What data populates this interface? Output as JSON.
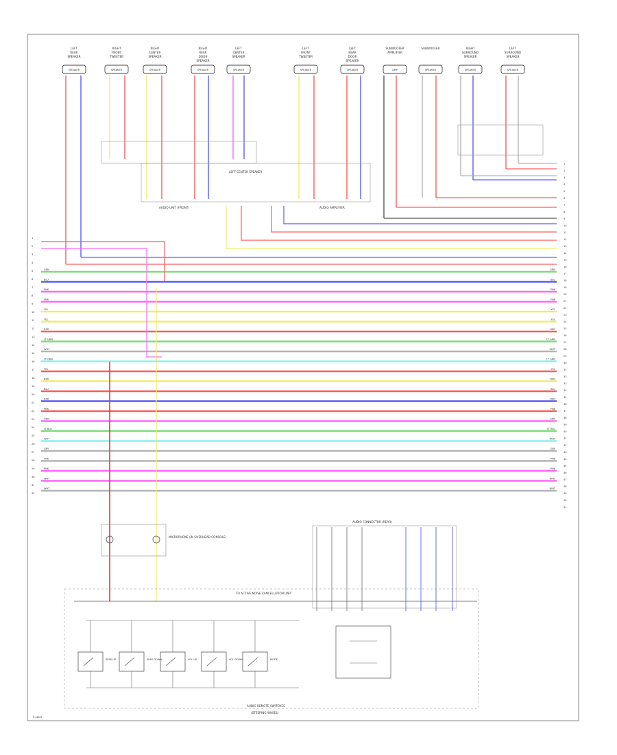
{
  "top_components": [
    {
      "id": "c1",
      "label": "LEFT REAR SPEAKER",
      "box": "SPEAKER"
    },
    {
      "id": "c2",
      "label": "RIGHT FRONT TWEETER",
      "box": "SPEAKER"
    },
    {
      "id": "c3",
      "label": "RIGHT CENTER SPEAKER",
      "box": "SPEAKER"
    },
    {
      "id": "c4",
      "label": "RIGHT REAR DOOR SPEAKER",
      "box": "SPEAKER"
    },
    {
      "id": "c5",
      "label": "LEFT CENTER SPEAKER",
      "box": "SPEAKER"
    },
    {
      "id": "c6",
      "label": "LEFT FRONT TWEETER",
      "box": "SPEAKER"
    },
    {
      "id": "c7",
      "label": "LEFT REAR DOOR SPEAKER",
      "box": "SPEAKER"
    },
    {
      "id": "c8",
      "label": "SUBWOOFER AMPLIFIER",
      "box": "AMP"
    },
    {
      "id": "c9",
      "label": "SUBWOOFER",
      "box": "SPEAKER"
    },
    {
      "id": "c10",
      "label": "RIGHT SURROUND SPEAKER",
      "box": "SPEAKER"
    },
    {
      "id": "c11",
      "label": "LEFT SURROUND SPEAKER",
      "box": "SPEAKER"
    }
  ],
  "mid_labels": {
    "junction_left": "AUDIO UNIT (FRONT)",
    "junction_mid": "LEFT CENTER SPEAKER",
    "junction_right": "AUDIO AMPLIFIER"
  },
  "left_pins": [
    "1",
    "2",
    "3",
    "4",
    "5",
    "6",
    "7",
    "8",
    "9",
    "10",
    "11",
    "12",
    "13",
    "14",
    "15",
    "16",
    "17",
    "18",
    "19",
    "20",
    "21",
    "22",
    "23",
    "24",
    "25",
    "26",
    "27",
    "28",
    "29",
    "30",
    "31",
    "32"
  ],
  "right_pins": [
    "1",
    "2",
    "3",
    "4",
    "5",
    "6",
    "7",
    "8",
    "9",
    "10",
    "11",
    "12",
    "13",
    "14",
    "15",
    "16",
    "17",
    "18",
    "19",
    "20",
    "21",
    "22",
    "23",
    "24",
    "25",
    "26",
    "27",
    "28",
    "29",
    "30",
    "31",
    "32",
    "33",
    "34",
    "35",
    "36",
    "37",
    "38",
    "39",
    "40",
    "41",
    "42",
    "43",
    "44",
    "45",
    "46",
    "47",
    "48",
    "49",
    "50",
    "51"
  ],
  "bus_wire_codes": [
    "GRN",
    "BLU",
    "PNK",
    "PNK",
    "YEL",
    "YEL",
    "RED",
    "LT GRN",
    "WHT",
    "LT GRN",
    "YEL",
    "RED",
    "BLU",
    "RED",
    "PNK",
    "GRN",
    "LT BLU",
    "WHT",
    "GRY",
    "PNK",
    "PNK",
    "WHT",
    "WHT"
  ],
  "bottom": {
    "mic_label": "MICROPHONE (IN OVERHEAD CONSOLE)",
    "harness_label": "TO ACTIVE NOISE CANCELLATION UNIT",
    "connector_label": "AUDIO CONNECTOR (REAR)",
    "switch_labels": [
      "SEEK UP",
      "SEEK DOWN",
      "VOL UP",
      "VOL DOWN",
      "MODE"
    ],
    "steering_label": "AUDIO REMOTE SWITCHES",
    "steering_sub": "(STEERING WHEEL)"
  },
  "footer_code": "F-2803",
  "colors": {
    "frame": "#9a9a9a",
    "red": "#ff5a5a",
    "blue": "#5a5aff",
    "pink": "#ff66ff",
    "yellow": "#f2ec6a",
    "green": "#7ddc7d",
    "cyan": "#8af0f0",
    "gray": "#b4b4b4",
    "black": "#555555"
  }
}
